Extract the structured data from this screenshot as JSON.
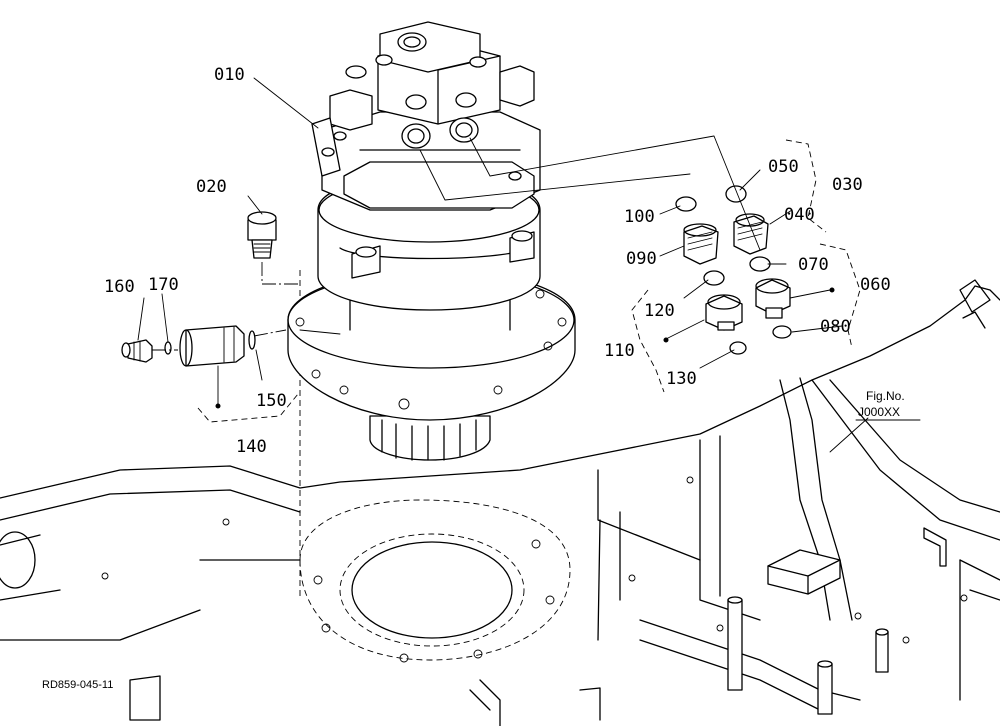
{
  "callouts": {
    "c010": "010",
    "c020": "020",
    "c030": "030",
    "c040": "040",
    "c050": "050",
    "c060": "060",
    "c070": "070",
    "c080": "080",
    "c090": "090",
    "c100": "100",
    "c110": "110",
    "c120": "120",
    "c130": "130",
    "c140": "140",
    "c150": "150",
    "c160": "160",
    "c170": "170"
  },
  "reference": {
    "fig_label": "Fig.No.",
    "fig_number": "J000XX"
  },
  "drawing_code": "RD859-045-11"
}
